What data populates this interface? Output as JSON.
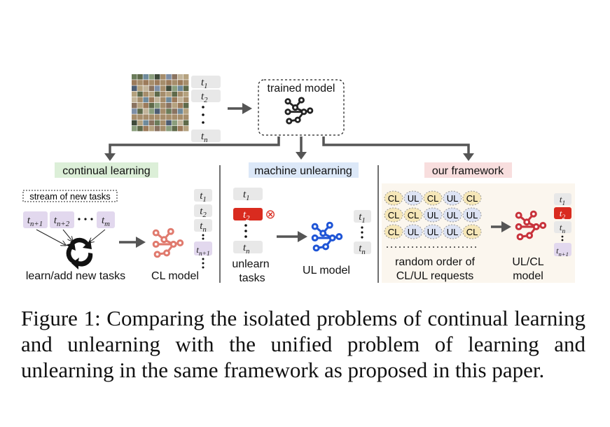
{
  "top": {
    "tasks": [
      "t_1",
      "t_2",
      "t_n"
    ],
    "trained_model_label": "trained model"
  },
  "sections": {
    "continual": {
      "header": "continual learning",
      "header_color": "#dcefd8",
      "stream_label": "stream of new tasks",
      "stream_tasks": [
        "t_{n+1}",
        "t_{n+2}",
        "t_m"
      ],
      "cycle_label": "learn/add new tasks",
      "model_label": "CL model",
      "model_color": "#e07a6e",
      "task_list": [
        "t_1",
        "t_2",
        "t_n",
        "t_{n+1}"
      ]
    },
    "unlearning": {
      "header": "machine unlearning",
      "header_color": "#dce8f8",
      "task_list": [
        "t_1",
        "t_2",
        "t_n"
      ],
      "removed_task_color": "#d92b1f",
      "remove_symbol": "⊗",
      "unlearn_label_line1": "unlearn",
      "unlearn_label_line2": "tasks",
      "model_label": "UL model",
      "model_color": "#1f55d6",
      "result_tasks": [
        "t_1",
        "t_n"
      ]
    },
    "framework": {
      "header": "our framework",
      "header_color": "#f8dede",
      "grid": [
        [
          "CL",
          "UL",
          "CL",
          "UL",
          "CL"
        ],
        [
          "CL",
          "CL",
          "UL",
          "UL",
          "UL"
        ],
        [
          "CL",
          "UL",
          "UL",
          "UL",
          "CL"
        ]
      ],
      "cl_color": "#f6e7b8",
      "ul_color": "#dde3f4",
      "grid_label_line1": "random order of",
      "grid_label_line2": "CL/UL requests",
      "model_label_line1": "UL/CL",
      "model_label_line2": "model",
      "model_color": "#c8323b",
      "result_tasks": [
        "t_1",
        "t_2",
        "t_n",
        "t_{n+1}"
      ]
    }
  },
  "caption": "Figure 1: Comparing the isolated problems of continual learning and unlearning with the unified problem of learning and unlearning in the same framework as proposed in this paper."
}
